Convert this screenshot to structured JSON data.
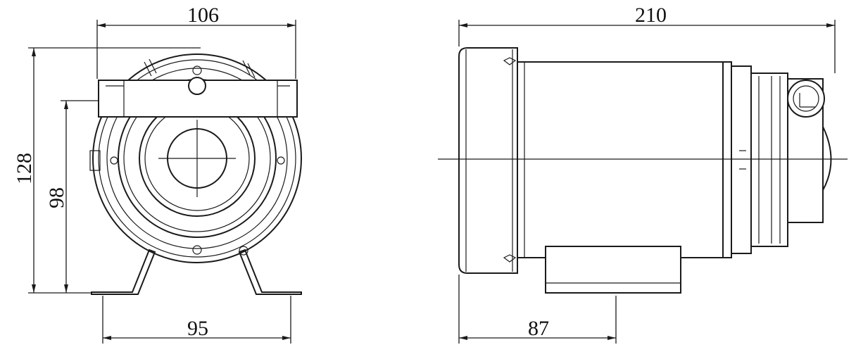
{
  "dimensions": {
    "front_width": "106",
    "front_height": "128",
    "front_outlet_height": "98",
    "front_base_width": "95",
    "side_length": "210",
    "side_base_offset": "87"
  }
}
